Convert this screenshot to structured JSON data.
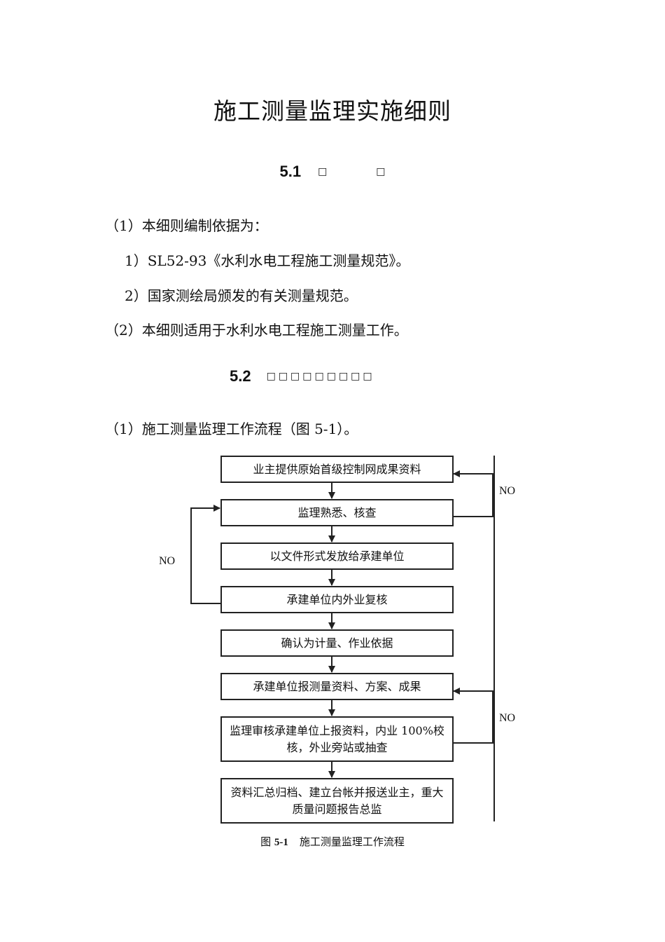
{
  "title": "施工测量监理实施细则",
  "section1": {
    "number": "5.1",
    "glyphs": [
      "□",
      "□"
    ]
  },
  "paragraphs": {
    "p1": "（1）本细则编制依据为：",
    "p2": "1）SL52-93《水利水电工程施工测量规范》。",
    "p3": "2）国家测绘局颁发的有关测量规范。",
    "p4": "（2）本细则适用于水利水电工程施工测量工作。"
  },
  "section2": {
    "number": "5.2",
    "glyphs": "□□□□□□□□□"
  },
  "p5": "（1）施工测量监理工作流程（图 5-1）。",
  "flowchart": {
    "steps": [
      "业主提供原始首级控制网成果资料",
      "监理熟悉、核查",
      "以文件形式发放给承建单位",
      "承建单位内外业复核",
      "确认为计量、作业依据",
      "承建单位报测量资料、方案、成果",
      "监理审核承建单位上报资料，内业 100%校核，外业旁站或抽查",
      "资料汇总归档、建立台帐并报送业主，重大质量问题报告总监"
    ],
    "loop_labels": {
      "top_right": "NO",
      "left": "NO",
      "bottom_right": "NO"
    }
  },
  "caption": {
    "prefix": "图 ",
    "number": "5-1",
    "text": "施工测量监理工作流程"
  }
}
